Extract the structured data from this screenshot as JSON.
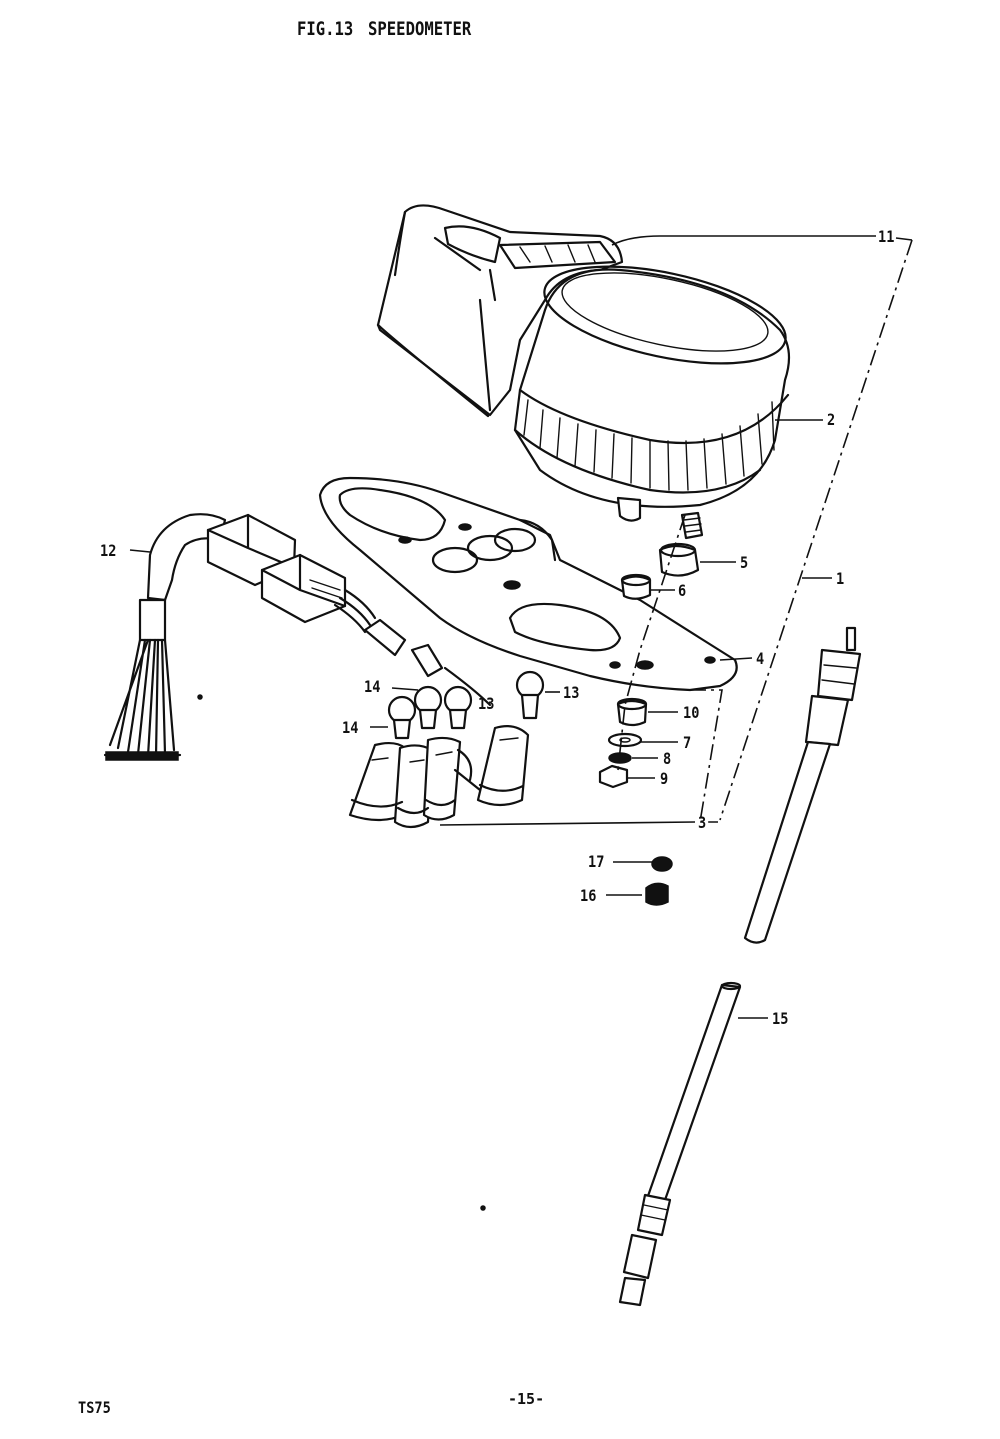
{
  "figure": {
    "number": "FIG.13",
    "title": "SPEEDOMETER"
  },
  "footer": {
    "model": "TS75",
    "page": "-15-"
  },
  "callouts": {
    "c1": "1",
    "c2": "2",
    "c3": "3",
    "c4": "4",
    "c5": "5",
    "c6": "6",
    "c7": "7",
    "c8": "8",
    "c9": "9",
    "c10": "10",
    "c11": "11",
    "c12": "12",
    "c13a": "13",
    "c13b": "13",
    "c14a": "14",
    "c14b": "14",
    "c15": "15",
    "c16": "16",
    "c17": "17"
  }
}
